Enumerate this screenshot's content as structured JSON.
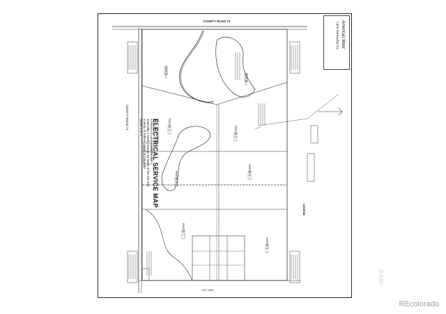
{
  "map": {
    "title": "ELECTRICAL SERVICE MAP",
    "sheet": "Sheet 1 of 1",
    "description_lines": [
      "A Parcel of Land located in the",
      "Township 1 North, Range 63 West of the 6th P.M.",
      "County of Adams, State of Colorado"
    ],
    "roads": {
      "north": "COUNTY ROAD 71",
      "west": "COUNTY ROAD 71",
      "south": "LOT LINE"
    },
    "company": {
      "name": "American West",
      "subtitle": "Land Surveying Co."
    },
    "legend_title": "LEGEND",
    "parcels": [
      "PARCEL 1",
      "PARCEL 2",
      "PARCEL 3",
      "PARCEL 4",
      "PARCEL 5",
      "PARCEL 6",
      "PARCEL 7",
      "PARCEL 8"
    ]
  },
  "watermark": "REcolorado",
  "side_mark": "IRES"
}
